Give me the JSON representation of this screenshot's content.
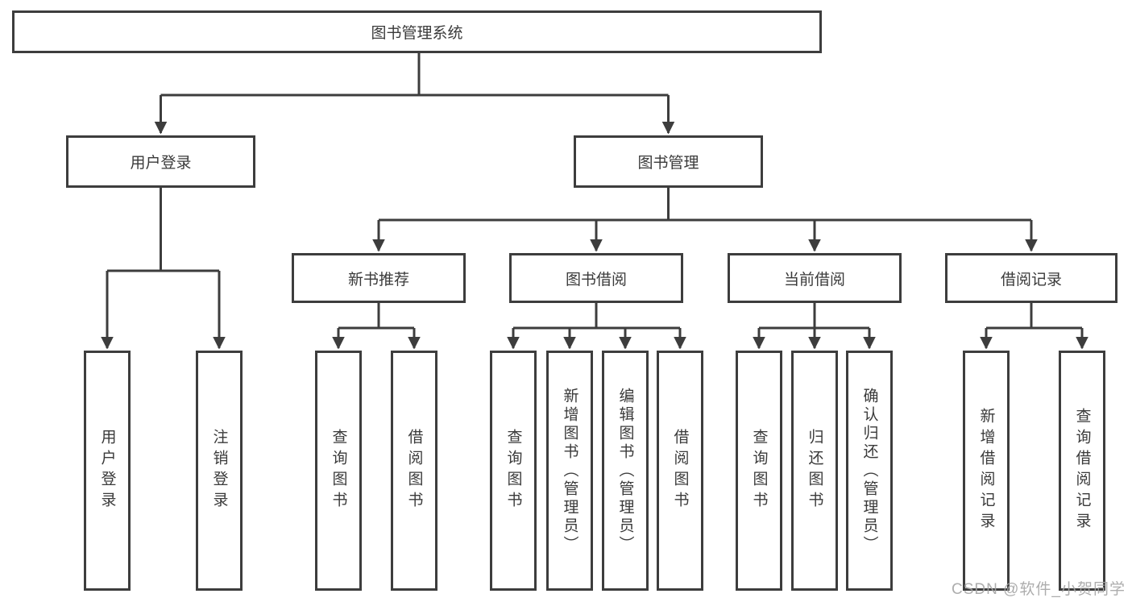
{
  "watermark": "CSDN @软件_小贺同学",
  "colors": {
    "line": "#3d3d3d",
    "text": "#3a3a3a",
    "watermark_gray": "#a4a4a4",
    "background": "#ffffff"
  },
  "tree": {
    "root": {
      "label": "图书管理系统"
    },
    "branches": [
      {
        "label": "用户登录",
        "children": [
          {
            "label": "用户登录"
          },
          {
            "label": "注销登录"
          }
        ]
      },
      {
        "label": "图书管理",
        "children": [
          {
            "label": "新书推荐",
            "children": [
              {
                "label": "查询图书"
              },
              {
                "label": "借阅图书"
              }
            ]
          },
          {
            "label": "图书借阅",
            "children": [
              {
                "label": "查询图书"
              },
              {
                "label": "新增图书（管理员）"
              },
              {
                "label": "编辑图书（管理员）"
              },
              {
                "label": "借阅图书"
              }
            ]
          },
          {
            "label": "当前借阅",
            "children": [
              {
                "label": "查询图书"
              },
              {
                "label": "归还图书"
              },
              {
                "label": "确认归还（管理员）"
              }
            ]
          },
          {
            "label": "借阅记录",
            "children": [
              {
                "label": "新增借阅记录"
              },
              {
                "label": "查询借阅记录"
              }
            ]
          }
        ]
      }
    ]
  }
}
